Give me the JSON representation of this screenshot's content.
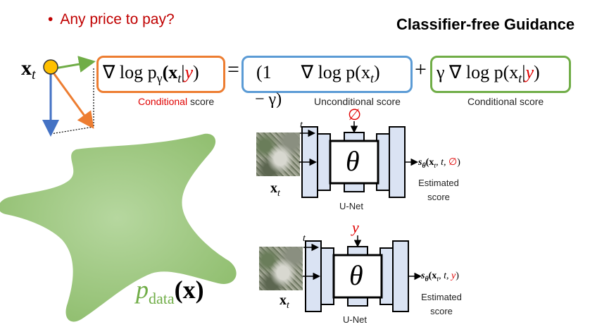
{
  "bullet": {
    "dot": "•",
    "text": "Any price to pay?"
  },
  "heading": "Classifier-free Guidance",
  "equation": {
    "lhs_prefix": "∇ log p",
    "lhs_sub": "γ",
    "lhs_open": "(x",
    "lhs_t": "t",
    "lhs_bar": "|",
    "lhs_y": "y",
    "lhs_close": ")",
    "equals": "=",
    "uncond_coef": "(1",
    "uncond_term": "∇ log p(x",
    "uncond_t": "t",
    "uncond_close": ")",
    "minus_gamma": "− γ)",
    "plus": "+",
    "guide_prefix": "γ ∇ log p(x",
    "guide_t": "t",
    "guide_bar": "|",
    "guide_y": "y",
    "guide_close": ")"
  },
  "captions": {
    "cond_word": "Conditional",
    "cond_rest": " score",
    "uncond": "Unconditional score",
    "guide": "Conditional score"
  },
  "xt_left": {
    "base": "x",
    "sub": "t"
  },
  "unet_top": {
    "t_label": "t",
    "cond_symbol": "∅",
    "theta": "θ",
    "xt_base": "x",
    "xt_sub": "t",
    "score_func": "s",
    "score_sub": "θ",
    "score_args": "(x",
    "score_args_t": "t",
    "score_args_rest": ", t, ",
    "score_cond": "∅",
    "score_close": ")",
    "estimated_1": "Estimated",
    "estimated_2": "score",
    "unet_label": "U-Net"
  },
  "unet_bottom": {
    "t_label": "t",
    "cond_symbol": "y",
    "theta": "θ",
    "xt_base": "x",
    "xt_sub": "t",
    "score_func": "s",
    "score_sub": "θ",
    "score_args": "(x",
    "score_args_t": "t",
    "score_args_rest": ", t, ",
    "score_cond": "y",
    "score_close": ")",
    "estimated_1": "Estimated",
    "estimated_2": "score",
    "unet_label": "U-Net"
  },
  "pdata": {
    "p": "p",
    "sub": "data",
    "arg_open": "(",
    "arg_x": "x",
    "arg_close": ")"
  },
  "colors": {
    "orange": "#ed7d31",
    "blue": "#5b9bd5",
    "green": "#70ad47",
    "red": "#e00000",
    "unet_fill": "#dae3f3",
    "blob": "#8fc46a",
    "dot": "#ffc000"
  }
}
